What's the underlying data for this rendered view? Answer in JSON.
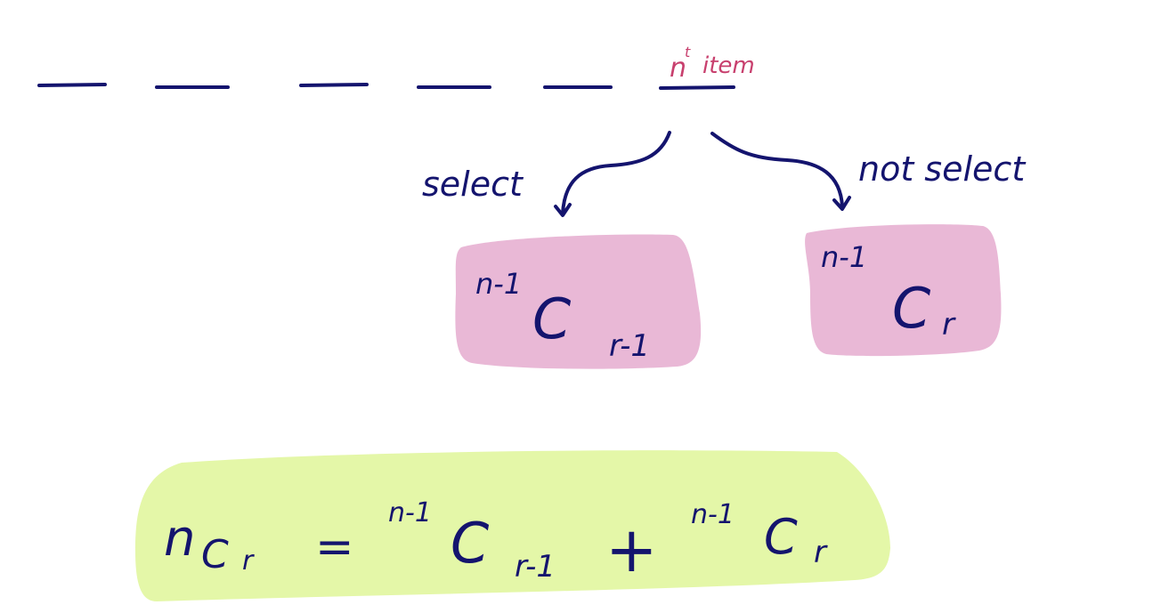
{
  "colors": {
    "ink": "#14146e",
    "accent": "#c8406e",
    "pink_box": "#e9b8d6",
    "green_box": "#e4f7a8"
  },
  "top": {
    "slot_count": 6,
    "item_label": {
      "base": "n",
      "sup": "t",
      "word": "item"
    }
  },
  "branches": {
    "left_label": "select",
    "right_label": "not select"
  },
  "boxes": {
    "left": {
      "sup": "n-1",
      "base": "C",
      "sub": "r-1"
    },
    "right": {
      "sup": "n-1",
      "base": "C",
      "sub": "r"
    }
  },
  "formula": {
    "lhs": {
      "sup": "n",
      "base": "C",
      "sub": "r"
    },
    "eq": "=",
    "term1": {
      "sup": "n-1",
      "base": "C",
      "sub": "r-1"
    },
    "plus": "+",
    "term2": {
      "sup": "n-1",
      "base": "C",
      "sub": "r"
    }
  }
}
